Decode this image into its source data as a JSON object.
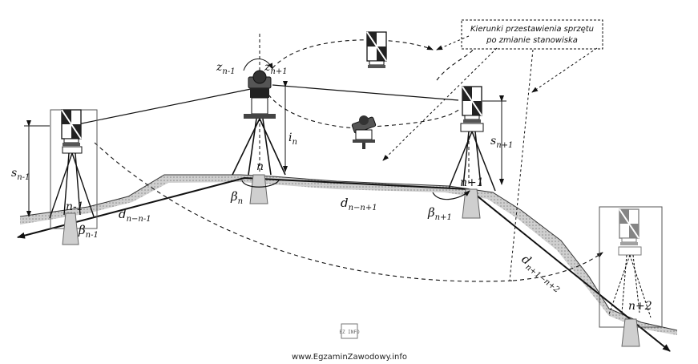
{
  "annotation": {
    "line1": "Kierunki przestawienia sprzętu",
    "line2": "po zmianie stanowiska"
  },
  "labels": {
    "z_prev": "z",
    "z_prev_sub": "n-1",
    "z_next": "z",
    "z_next_sub": "n+1",
    "i_n": "i",
    "i_n_sub": "n",
    "s_prev": "s",
    "s_prev_sub": "n-1",
    "s_next": "s",
    "s_next_sub": "n+1",
    "d1": "d",
    "d1_sub": "n−n-1",
    "d2": "d",
    "d2_sub": "n−n+1",
    "d3": "d",
    "d3_sub": "n+1−n+2",
    "beta_prev": "β",
    "beta_prev_sub": "n-1",
    "beta_n": "β",
    "beta_n_sub": "n",
    "beta_next": "β",
    "beta_next_sub": "n+1",
    "pt_prev": "n-1",
    "pt_n": "n",
    "pt_next": "n+1",
    "pt_next2": "n+2"
  },
  "footer": {
    "url": "www.EgzaminZawodowy.info",
    "logo_text": "EZ INFO"
  },
  "colors": {
    "ink": "#111111",
    "ground": "#9a9a9a"
  }
}
